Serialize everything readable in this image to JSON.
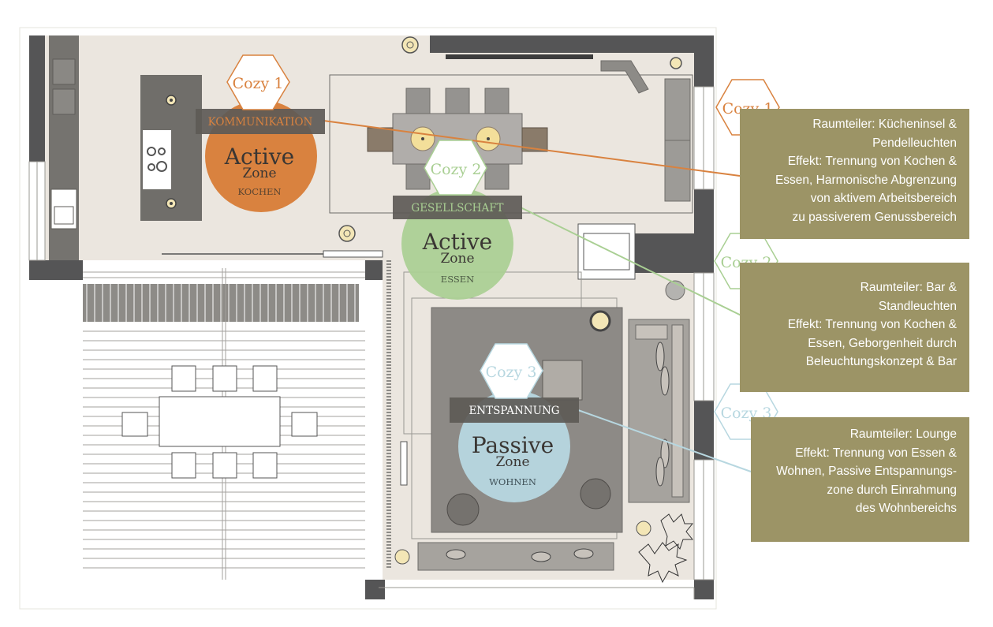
{
  "zones": [
    {
      "big": "Active",
      "small": "Zone",
      "room": "KOCHEN",
      "color": "#d9823f"
    },
    {
      "big": "Active",
      "small": "Zone",
      "room": "ESSEN",
      "color": "#a9cf93"
    },
    {
      "big": "Passive",
      "small": "Zone",
      "room": "WOHNEN",
      "color": "#b7d7e0"
    }
  ],
  "zone_labels": [
    "KOMMUNIKATION",
    "GESELLSCHAFT",
    "ENTSPANNUNG"
  ],
  "cozy_markers": [
    "Cozy 1",
    "Cozy 2",
    "Cozy 3"
  ],
  "cozy_colors": [
    "#d9823f",
    "#a9cf93",
    "#b7d7e0"
  ],
  "info_boxes": [
    {
      "cozy": "Cozy 1",
      "lines": [
        "Raumteiler: Kücheninsel &",
        "Pendelleuchten",
        "Effekt:  Trennung von Kochen &",
        "Essen, Harmonische Abgrenzung",
        "von aktivem Arbeitsbereich",
        "zu passiverem Genussbereich"
      ]
    },
    {
      "cozy": "Cozy 2",
      "lines": [
        "Raumteiler: Bar &",
        "Standleuchten",
        "Effekt:  Trennung von Kochen &",
        "Essen, Geborgenheit durch",
        "Beleuchtungskonzept & Bar"
      ]
    },
    {
      "cozy": "Cozy 3",
      "lines": [
        "Raumteiler: Lounge",
        "Effekt:  Trennung von Essen &",
        "Wohnen, Passive Entspannungs-",
        "zone durch Einrahmung",
        "des Wohnbereichs"
      ]
    }
  ]
}
